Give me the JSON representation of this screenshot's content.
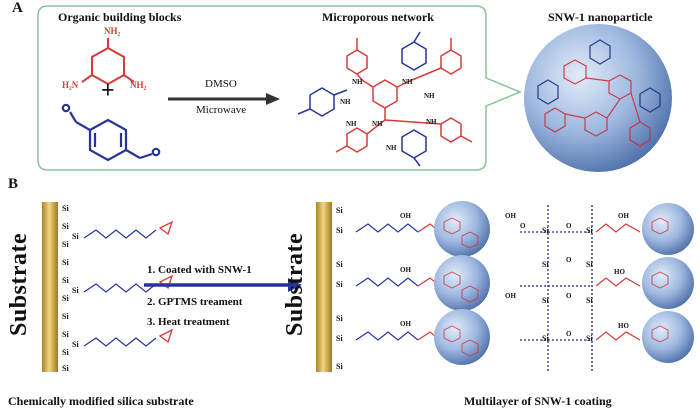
{
  "panel_a": {
    "letter": "A",
    "blocks_title": "Organic building blocks",
    "network_title": "Microporous network",
    "nanoparticle_title": "SNW-1 nanoparticle",
    "plus": "+",
    "arrow_top": "DMSO",
    "arrow_bottom": "Microwave",
    "amine_labels": [
      "NH₂",
      "H₂N",
      "NH₂"
    ],
    "network_nh": [
      "NH",
      "NH",
      "NH",
      "NH",
      "NH",
      "NH",
      "NH",
      "NH"
    ]
  },
  "panel_b": {
    "letter": "B",
    "substrate_left": "Substrate",
    "substrate_right": "Substrate",
    "si": "Si",
    "o": "O",
    "oh": "OH",
    "ho": "HO",
    "steps": [
      "1. Coated with SNW-1",
      "2. GPTMS treament",
      "3. Heat treatment"
    ],
    "caption_left": "Chemically modified silica substrate",
    "caption_right": "Multilayer of SNW-1 coating"
  },
  "colors": {
    "red": "#d63a3a",
    "blue": "#27339a",
    "gold": "#c9a33a",
    "panel_border": "#8ac49a",
    "sphere": "#8aa8d6"
  }
}
